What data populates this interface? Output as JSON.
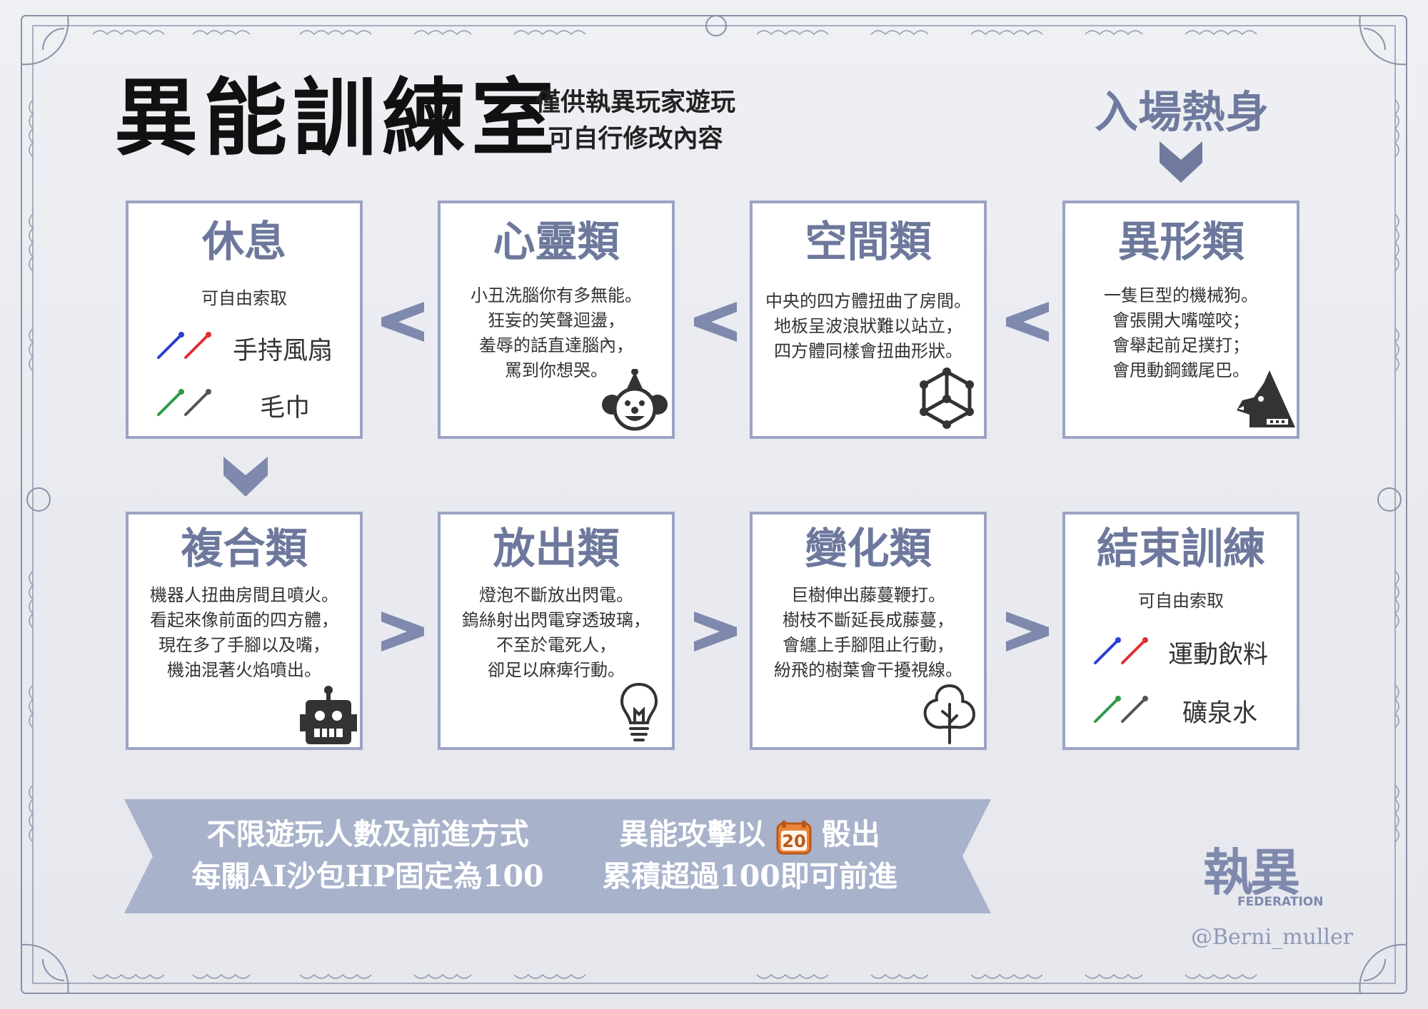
{
  "header": {
    "title": "異能訓練室",
    "subtitle_line1": "僅供執異玩家遊玩",
    "subtitle_line2": "可自行修改內容",
    "warmup_label": "入場熱身"
  },
  "row1": {
    "rest": {
      "title": "休息",
      "note": "可自由索取",
      "item1": "手持風扇",
      "item2": "毛巾"
    },
    "mind": {
      "title": "心靈類",
      "lines": [
        "小丑洗腦你有多無能。",
        "狂妄的笑聲迴盪，",
        "羞辱的話直達腦內，",
        "罵到你想哭。"
      ],
      "icon": "clown-icon"
    },
    "space": {
      "title": "空間類",
      "lines": [
        "中央的四方體扭曲了房間。",
        "地板呈波浪狀難以站立，",
        "四方體同樣會扭曲形狀。"
      ],
      "icon": "cube-icon"
    },
    "alien": {
      "title": "異形類",
      "lines": [
        "一隻巨型的機械狗。",
        "會張開大嘴噬咬；",
        "會舉起前足撲打；",
        "會甩動鋼鐵尾巴。"
      ],
      "icon": "robot-dog-icon"
    }
  },
  "row2": {
    "composite": {
      "title": "複合類",
      "lines": [
        "機器人扭曲房間且噴火。",
        "看起來像前面的四方體，",
        "現在多了手腳以及嘴，",
        "機油混著火焰噴出。"
      ],
      "icon": "robot-icon"
    },
    "emission": {
      "title": "放出類",
      "lines": [
        "燈泡不斷放出閃電。",
        "鎢絲射出閃電穿透玻璃，",
        "不至於電死人，",
        "卻足以麻痺行動。"
      ],
      "icon": "lightbulb-icon"
    },
    "transform": {
      "title": "變化類",
      "lines": [
        "巨樹伸出藤蔓鞭打。",
        "樹枝不斷延長成藤蔓，",
        "會纏上手腳阻止行動，",
        "紛飛的樹葉會干擾視線。"
      ],
      "icon": "tree-icon"
    },
    "end": {
      "title": "結束訓練",
      "note": "可自由索取",
      "item1": "運動飲料",
      "item2": "礦泉水"
    }
  },
  "banner": {
    "left_line1": "不限遊玩人數及前進方式",
    "left_line2": "每關AI沙包HP固定為100",
    "right_line1_a": "異能攻擊以",
    "right_line1_b": "骰出",
    "right_line2": "累積超過100即可前進",
    "die_value": "20"
  },
  "logo": {
    "mark": "執異",
    "word": "FEDERATION",
    "handle": "@Berni_muller"
  },
  "colors": {
    "accent": "#6d789c",
    "border": "#9aa4c3",
    "banner": "#a9b2cb",
    "arrow": "#7f89ad"
  }
}
